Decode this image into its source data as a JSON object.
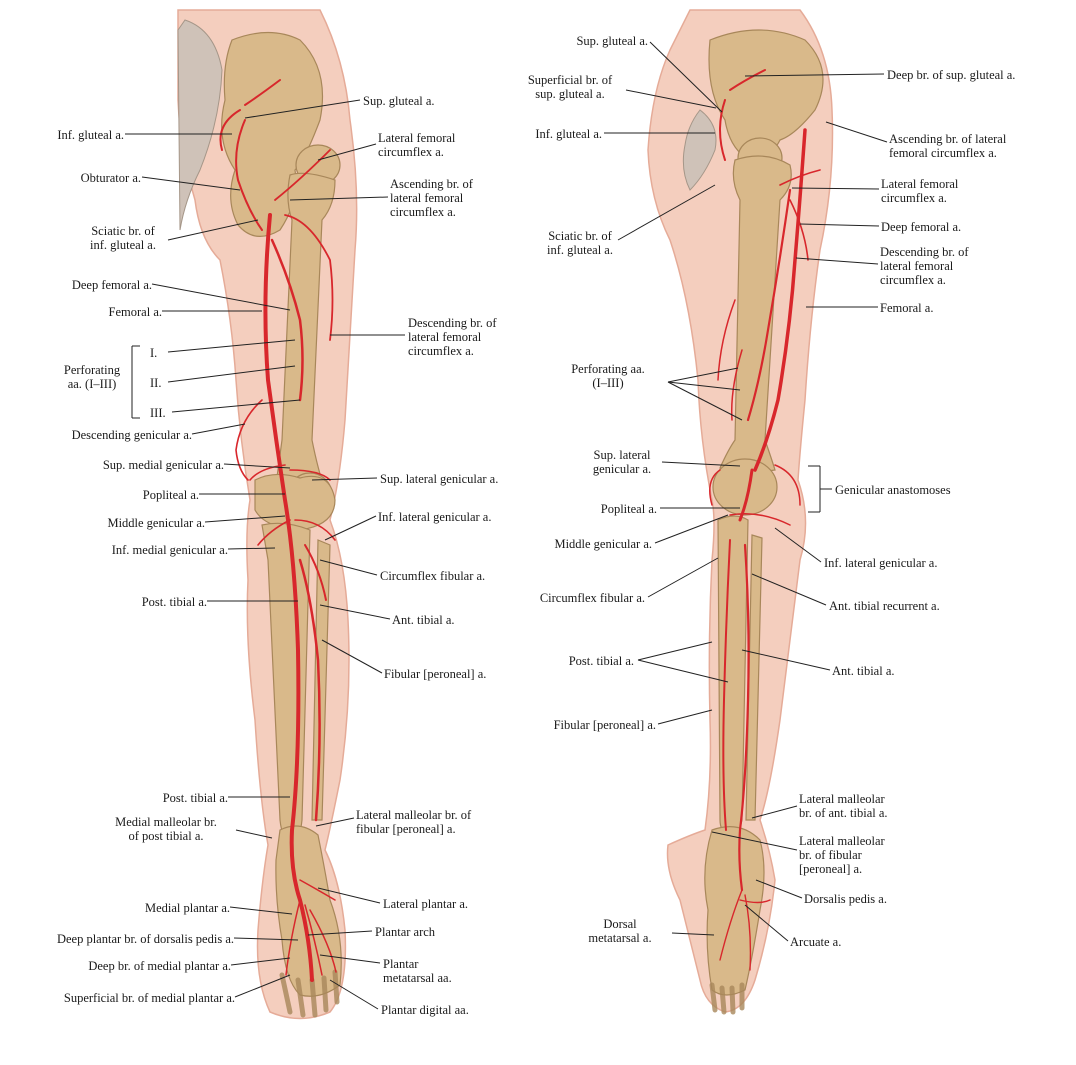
{
  "colors": {
    "skin": "#f3c9b8",
    "skin_edge": "#e3a38d",
    "bone": "#d9b98a",
    "bone_edge": "#a8875a",
    "artery": "#d8272c",
    "leader": "#222222"
  },
  "left_view": {
    "labels": [
      {
        "text": "Sup. gluteal a."
      },
      {
        "text": "Inf. gluteal a."
      },
      {
        "text": "Lateral femoral\ncircumflex a."
      },
      {
        "text": "Obturator a."
      },
      {
        "text": "Ascending br. of\nlateral femoral\ncircumflex a."
      },
      {
        "text": "Sciatic br. of\ninf. gluteal a."
      },
      {
        "text": "Deep femoral a."
      },
      {
        "text": "Femoral a."
      },
      {
        "text": "Descending br. of\nlateral femoral\ncircumflex a."
      },
      {
        "text": "Perforating\naa. (I–III)"
      },
      {
        "text": "I."
      },
      {
        "text": "II."
      },
      {
        "text": "III."
      },
      {
        "text": "Descending genicular a."
      },
      {
        "text": "Sup. medial genicular a."
      },
      {
        "text": "Sup. lateral genicular a."
      },
      {
        "text": "Popliteal a."
      },
      {
        "text": "Inf. lateral genicular a."
      },
      {
        "text": "Middle genicular a."
      },
      {
        "text": "Inf. medial genicular a."
      },
      {
        "text": "Circumflex fibular a."
      },
      {
        "text": "Post. tibial a."
      },
      {
        "text": "Ant. tibial a."
      },
      {
        "text": "Fibular [peroneal] a."
      },
      {
        "text": "Post. tibial a."
      },
      {
        "text": "Lateral malleolar br. of\nfibular [peroneal] a."
      },
      {
        "text": "Medial malleolar br.\nof post tibial a."
      },
      {
        "text": "Lateral plantar a."
      },
      {
        "text": "Medial plantar a."
      },
      {
        "text": "Plantar arch"
      },
      {
        "text": "Deep plantar br. of dorsalis pedis a."
      },
      {
        "text": "Plantar\nmetatarsal aa."
      },
      {
        "text": "Deep br. of medial plantar a."
      },
      {
        "text": "Superficial br. of medial plantar a."
      },
      {
        "text": "Plantar digital aa."
      }
    ]
  },
  "right_view": {
    "labels": [
      {
        "text": "Sup. gluteal a."
      },
      {
        "text": "Superficial br. of\nsup. gluteal a."
      },
      {
        "text": "Deep br. of sup. gluteal a."
      },
      {
        "text": "Inf. gluteal a."
      },
      {
        "text": "Ascending br. of lateral\nfemoral circumflex a."
      },
      {
        "text": "Lateral femoral\ncircumflex a."
      },
      {
        "text": "Sciatic br. of\ninf. gluteal a."
      },
      {
        "text": "Deep femoral a."
      },
      {
        "text": "Descending br. of\nlateral femoral\ncircumflex a."
      },
      {
        "text": "Femoral a."
      },
      {
        "text": "Perforating aa.\n(I–III)"
      },
      {
        "text": "Sup. lateral\ngenicular a."
      },
      {
        "text": "Genicular anastomoses"
      },
      {
        "text": "Popliteal a."
      },
      {
        "text": "Middle genicular a."
      },
      {
        "text": "Inf. lateral genicular a."
      },
      {
        "text": "Circumflex fibular a."
      },
      {
        "text": "Ant. tibial recurrent a."
      },
      {
        "text": "Post. tibial a."
      },
      {
        "text": "Ant. tibial a."
      },
      {
        "text": "Fibular [peroneal] a."
      },
      {
        "text": "Lateral malleolar\nbr. of ant. tibial a."
      },
      {
        "text": "Lateral malleolar\nbr. of fibular\n[peroneal] a."
      },
      {
        "text": "Dorsalis pedis a."
      },
      {
        "text": "Dorsal\nmetatarsal a."
      },
      {
        "text": "Arcuate a."
      }
    ]
  }
}
